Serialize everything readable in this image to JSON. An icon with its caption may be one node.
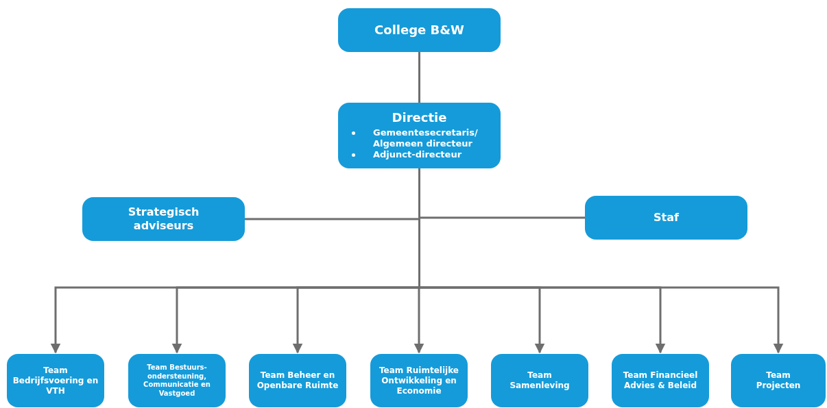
{
  "diagram": {
    "nodes": [
      {
        "text": [
          "College B&W"
        ]
      },
      {
        "text": [
          "Directie",
          "Gemeentesecretaris/ Algemeen directeur",
          "Adjunct-directeur"
        ]
      },
      {
        "text": [
          "Strategisch adviseurs"
        ]
      },
      {
        "text": [
          "Staf"
        ]
      },
      {
        "text": [
          "Team Bedrijfsvoering en VTH"
        ]
      },
      {
        "text": [
          "Team Bestuurs- ondersteuning, Communicatie en Vastgoed"
        ]
      },
      {
        "text": [
          "Team Beheer en Openbare Ruimte"
        ]
      },
      {
        "text": [
          "Team Ruimtelijke Ontwikkeling en Economie"
        ]
      },
      {
        "text": [
          "Team Samenleving"
        ]
      },
      {
        "text": [
          "Team Financieel Advies & Beleid"
        ]
      },
      {
        "text": [
          "Team Projecten"
        ]
      }
    ],
    "edges": [
      {
        "from": 0,
        "to": 1,
        "arrow": "none"
      },
      {
        "from": 1,
        "to": 2,
        "arrow": "none"
      },
      {
        "from": 1,
        "to": 3,
        "arrow": "none"
      },
      {
        "from": 1,
        "to": 4,
        "arrow": "to"
      },
      {
        "from": 1,
        "to": 5,
        "arrow": "to"
      },
      {
        "from": 1,
        "to": 6,
        "arrow": "to"
      },
      {
        "from": 1,
        "to": 7,
        "arrow": "to"
      },
      {
        "from": 1,
        "to": 8,
        "arrow": "to"
      },
      {
        "from": 1,
        "to": 9,
        "arrow": "to"
      },
      {
        "from": 1,
        "to": 10,
        "arrow": "to"
      }
    ]
  }
}
